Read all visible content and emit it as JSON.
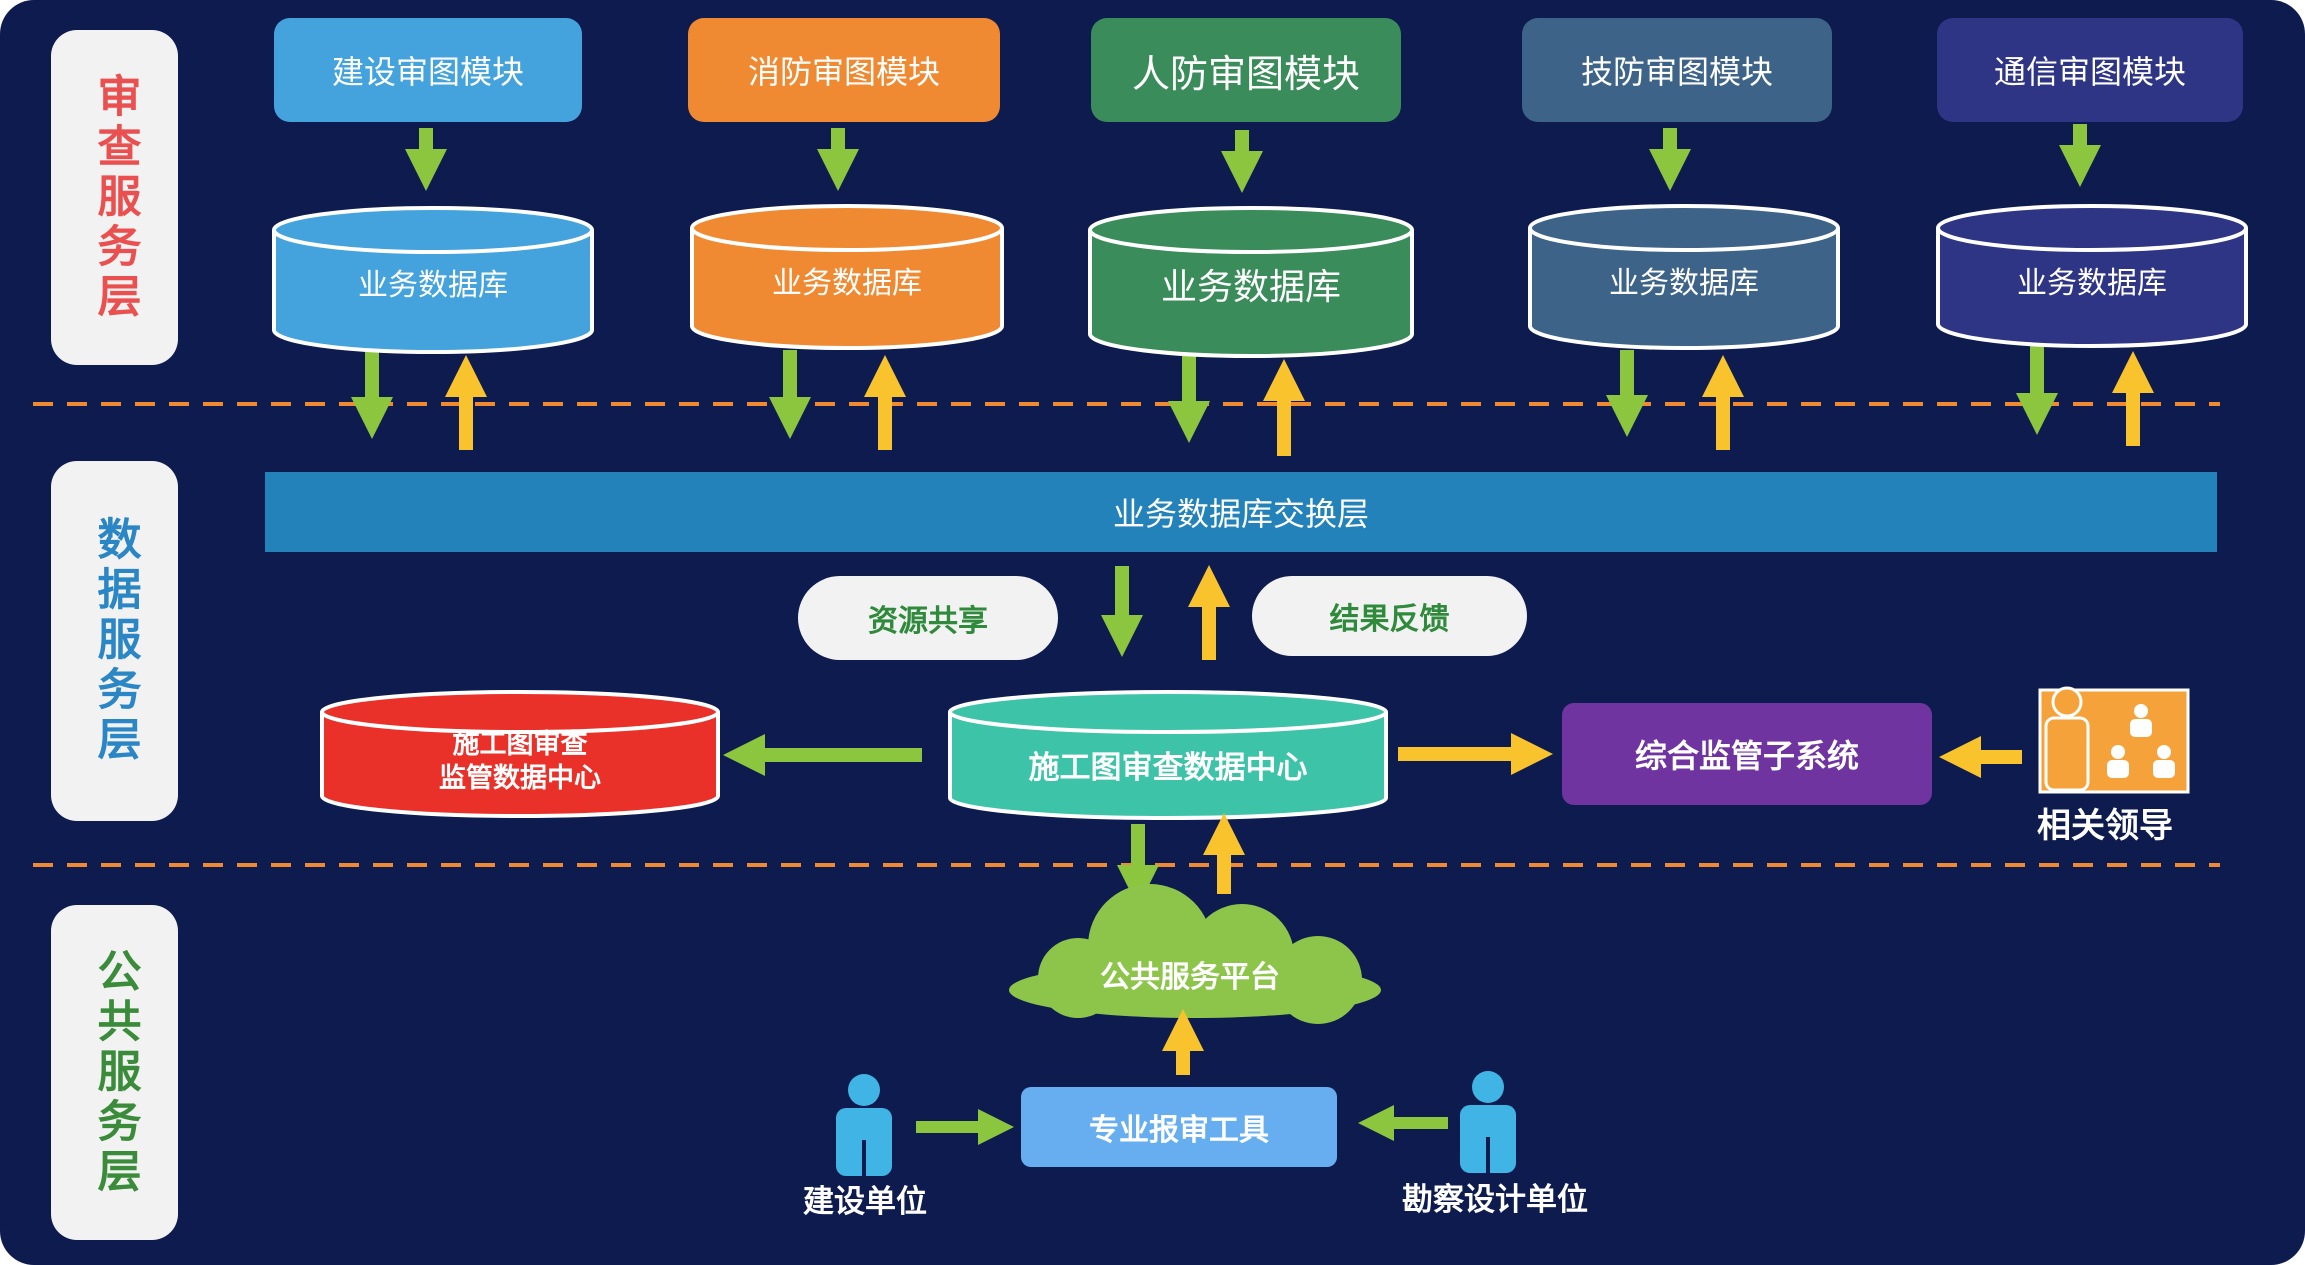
{
  "layers": {
    "review": "审查服务层",
    "data": "数据服务层",
    "public": "公共服务层"
  },
  "modules": [
    "建设审图模块",
    "消防审图模块",
    "人防审图模块",
    "技防审图模块",
    "通信审图模块"
  ],
  "module_db_label": "业务数据库",
  "exchange_layer": "业务数据库交换层",
  "resource_share": "资源共享",
  "result_feedback": "结果反馈",
  "center_db": "施工图审查数据中心",
  "supervision_db": [
    "施工图审查",
    "监管数据中心"
  ],
  "supervision_system": "综合监管子系统",
  "leaders": "相关领导",
  "cloud": "公共服务平台",
  "tool": "专业报审工具",
  "builder": "建设单位",
  "designer": "勘察设计单位",
  "colors": {
    "background": "#0d1b4f",
    "construction": "#44a3dc",
    "fire": "#f08a32",
    "civil_defense": "#3a8c5a",
    "security": "#3d6388",
    "telecom": "#2f3585",
    "exchange": "#2482bb",
    "center": "#3cc3a8",
    "supervision_db": "#e9312a",
    "supervision_system": "#6f34a0",
    "cloud": "#8cc54a",
    "tool": "#66aef0",
    "arrow_down": "#8cc63f",
    "arrow_up": "#f8c32c",
    "divider": "#f08a32",
    "review_layer_text": "#e9504f",
    "data_layer_text": "#2a86c4",
    "public_layer_text": "#3a8c3a"
  }
}
